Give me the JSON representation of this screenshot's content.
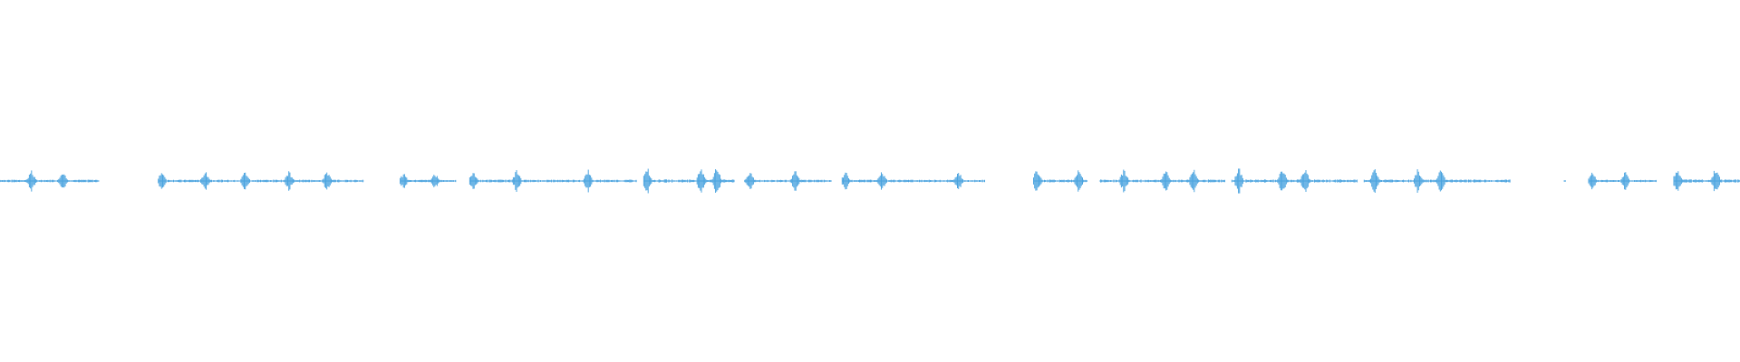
{
  "waveform": {
    "color": "#4aa3df",
    "segments": [
      {
        "start": 0.0,
        "end": 0.057,
        "amp": 0.42,
        "peaks": [
          0.018,
          0.036
        ]
      },
      {
        "start": 0.091,
        "end": 0.209,
        "amp": 0.4,
        "peaks": [
          0.093,
          0.118,
          0.141,
          0.166,
          0.188
        ]
      },
      {
        "start": 0.23,
        "end": 0.262,
        "amp": 0.3,
        "peaks": [
          0.232,
          0.25
        ]
      },
      {
        "start": 0.27,
        "end": 0.366,
        "amp": 0.42,
        "peaks": [
          0.272,
          0.297,
          0.338
        ]
      },
      {
        "start": 0.37,
        "end": 0.422,
        "amp": 0.55,
        "peaks": [
          0.372,
          0.403,
          0.412
        ]
      },
      {
        "start": 0.428,
        "end": 0.478,
        "amp": 0.4,
        "peaks": [
          0.431,
          0.457
        ]
      },
      {
        "start": 0.484,
        "end": 0.566,
        "amp": 0.38,
        "peaks": [
          0.486,
          0.507,
          0.551
        ]
      },
      {
        "start": 0.594,
        "end": 0.625,
        "amp": 0.48,
        "peaks": [
          0.596,
          0.62
        ]
      },
      {
        "start": 0.632,
        "end": 0.704,
        "amp": 0.45,
        "peaks": [
          0.646,
          0.67,
          0.686
        ]
      },
      {
        "start": 0.708,
        "end": 0.78,
        "amp": 0.5,
        "peaks": [
          0.712,
          0.737,
          0.75
        ]
      },
      {
        "start": 0.784,
        "end": 0.868,
        "amp": 0.48,
        "peaks": [
          0.79,
          0.815,
          0.828
        ]
      },
      {
        "start": 0.899,
        "end": 0.9,
        "amp": 0.1,
        "peaks": []
      },
      {
        "start": 0.913,
        "end": 0.952,
        "amp": 0.35,
        "peaks": [
          0.915,
          0.934
        ]
      },
      {
        "start": 0.962,
        "end": 1.0,
        "amp": 0.55,
        "peaks": [
          0.964,
          0.986
        ]
      }
    ]
  }
}
